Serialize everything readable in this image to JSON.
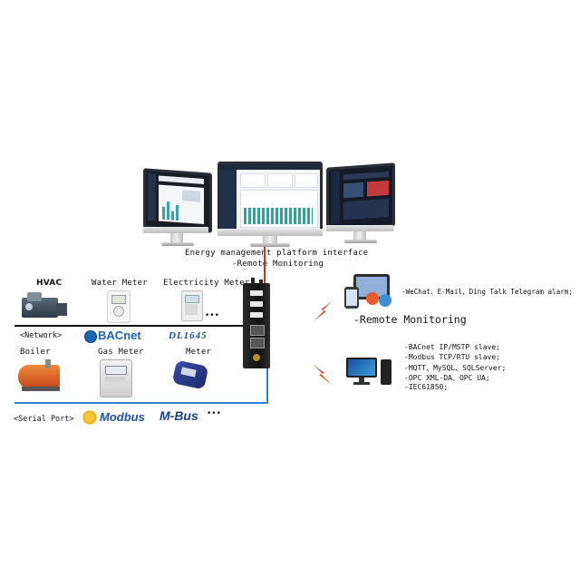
{
  "platform": {
    "line1": "Energy management platform interface",
    "line2": "-Remote Monitoring"
  },
  "network_devices": [
    {
      "label": "HVAC"
    },
    {
      "label": "Water Meter"
    },
    {
      "label": "Electricity Meter"
    }
  ],
  "serial_devices": [
    {
      "label": "Boiler"
    },
    {
      "label": "Gas Meter"
    },
    {
      "label": "Meter"
    }
  ],
  "bus_labels": {
    "network": "<Network>",
    "serial": "<Serial Port>"
  },
  "protocol_logos": {
    "bacnet": "BACnet",
    "dlt645": "DL1645",
    "modbus": "Modbus",
    "mbus": "M-Bus",
    "ellipsis": "•••"
  },
  "alarm": {
    "channels": "-WeChat、E-Mail、Ding Talk Telegram alarm;",
    "title": "-Remote Monitoring"
  },
  "protocols": [
    "-BACnet IP/MSTP slave;",
    "-Modbus TCP/RTU slave;",
    "-MQTT、MySQL、SQLServer;",
    "-OPC XML-DA、OPC UA;",
    "-IEC61850;"
  ],
  "colors": {
    "network_line": "#111111",
    "serial_line": "#2f7fd0",
    "uplink_line": "#c0392b",
    "bolt": "#d64a2a",
    "bacnet_blue": "#1b64b6",
    "modbus_blue": "#1f4fa6",
    "sun_yellow": "#f2b416"
  }
}
